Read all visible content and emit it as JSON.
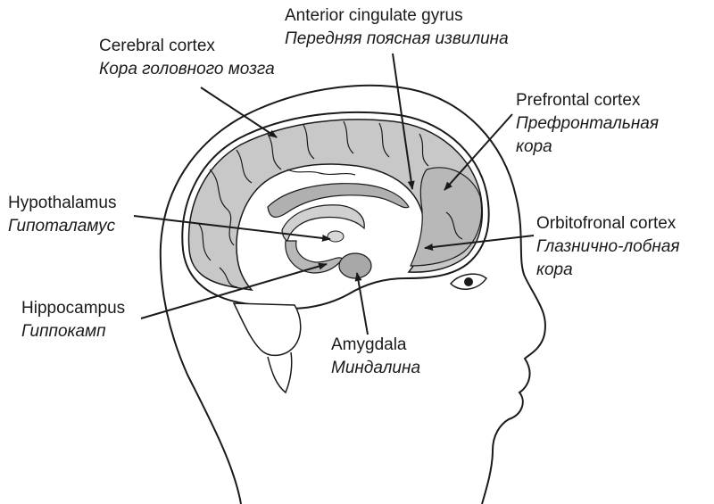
{
  "labels": {
    "anterior_cingulate": {
      "en": "Anterior cingulate gyrus",
      "ru": "Передняя поясная извилина"
    },
    "cerebral_cortex": {
      "en": "Cerebral cortex",
      "ru": "Кора головного мозга"
    },
    "prefrontal": {
      "en": "Prefrontal cortex",
      "ru1": "Префронтальная",
      "ru2": "кора"
    },
    "hypothalamus": {
      "en": "Hypothalamus",
      "ru": "Гипоталамус"
    },
    "orbitofrontal": {
      "en": "Orbitofronal cortex",
      "ru1": "Глазнично-лобная",
      "ru2": "кора"
    },
    "hippocampus": {
      "en": "Hippocampus",
      "ru": "Гиппокамп"
    },
    "amygdala": {
      "en": "Amygdala",
      "ru": "Миндалина"
    }
  },
  "colors": {
    "line": "#1a1a1a",
    "region_fill": "#c8c8c8",
    "background": "#ffffff"
  }
}
